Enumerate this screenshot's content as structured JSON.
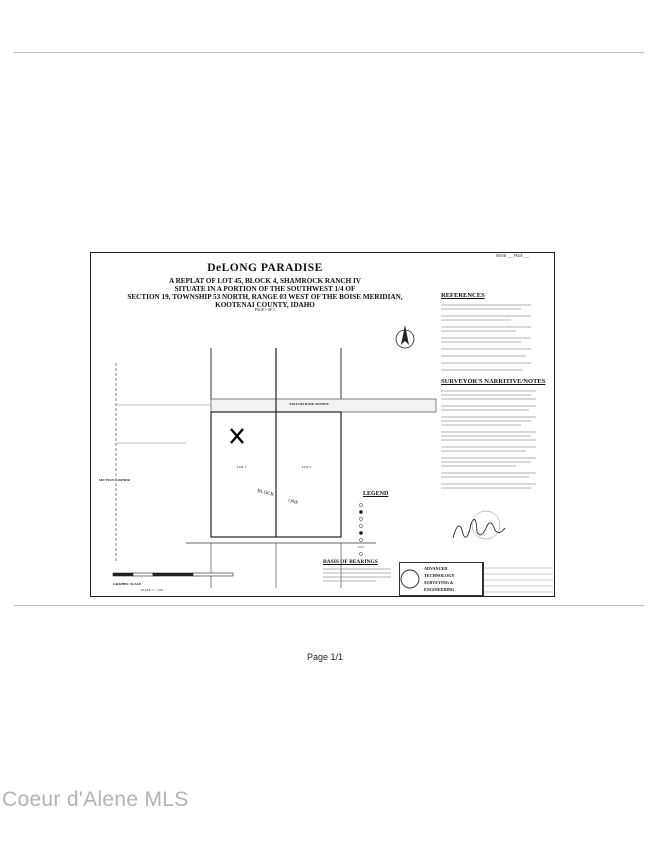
{
  "plat": {
    "book_line": "BOOK ___ PAGE ___",
    "title": "DeLONG PARADISE",
    "subtitle_lines": [
      "A REPLAT OF LOT 45, BLOCK 4, SHAMROCK RANCH IV",
      "SITUATE IN A PORTION OF THE SOUTHWEST 1/4 OF",
      "SECTION 19, TOWNSHIP 53 NORTH, RANGE 03 WEST OF THE BOISE MERIDIAN,",
      "KOOTENAI COUNTY, IDAHO"
    ],
    "page_of": "PAGE 1 OF 2",
    "references_heading": "REFERENCES",
    "notes_heading": "SURVEYOR'S NARRITIVE/NOTES",
    "legend_heading": "LEGEND",
    "bearings_heading": "BASIS OF BEARINGS",
    "scale_title": "GRAPHIC SCALE",
    "scale_text": "SCALE: 1\" = 100'",
    "street": "YELLOW ROSE AVENUE",
    "block": "BLOCK",
    "block_num": "ONE",
    "corner_label": "SECTION CORNER",
    "lots": [
      "LOT 1",
      "LOT 2"
    ],
    "firm_lines": [
      "ADVANCED",
      "TECHNOLOGY",
      "SURVEYING &",
      "ENGINEERING"
    ]
  },
  "footer": {
    "page_label": "Page 1/1",
    "watermark": "Coeur d'Alene MLS"
  }
}
